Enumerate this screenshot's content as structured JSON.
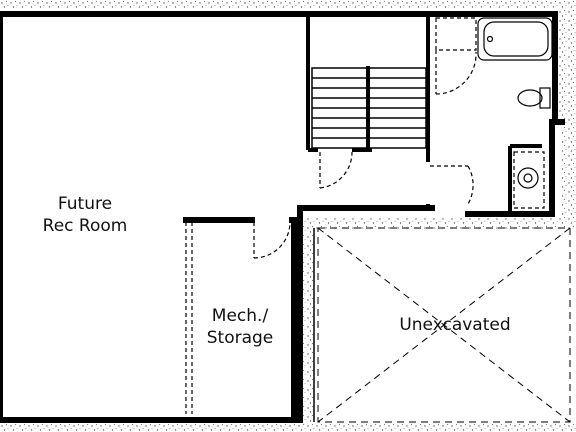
{
  "floor_plan": {
    "rooms": [
      {
        "key": "rec_room",
        "lines": [
          "Future",
          "Rec Room"
        ]
      },
      {
        "key": "mech_storage",
        "lines": [
          "Mech./",
          "Storage"
        ]
      },
      {
        "key": "unexcavated",
        "lines": [
          "Unexcavated"
        ]
      }
    ]
  }
}
